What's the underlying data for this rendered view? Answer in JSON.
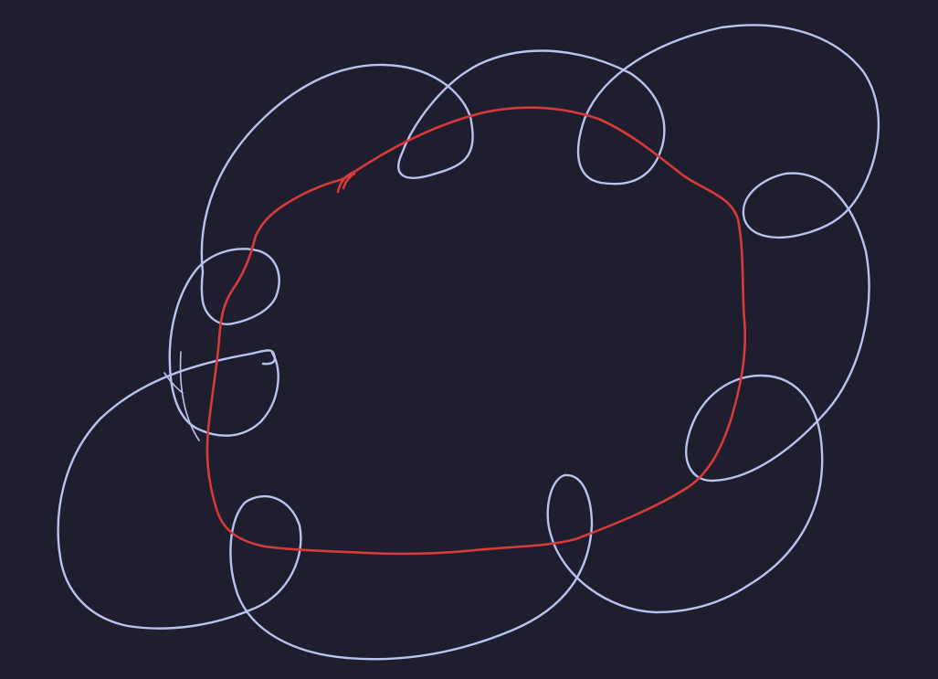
{
  "colors": {
    "background": "#1e1e2e",
    "loop_stroke": "#b9c3ef",
    "knot_stroke": "#d83a3a"
  },
  "diagram": {
    "kind": "hand-drawn sketch",
    "elements": [
      {
        "name": "outer-loop-line",
        "shape": "closed loop with lobes",
        "color": "#b9c3ef"
      },
      {
        "name": "inner-knot-line",
        "shape": "closed loop with arrowhead",
        "color": "#d83a3a"
      }
    ]
  }
}
